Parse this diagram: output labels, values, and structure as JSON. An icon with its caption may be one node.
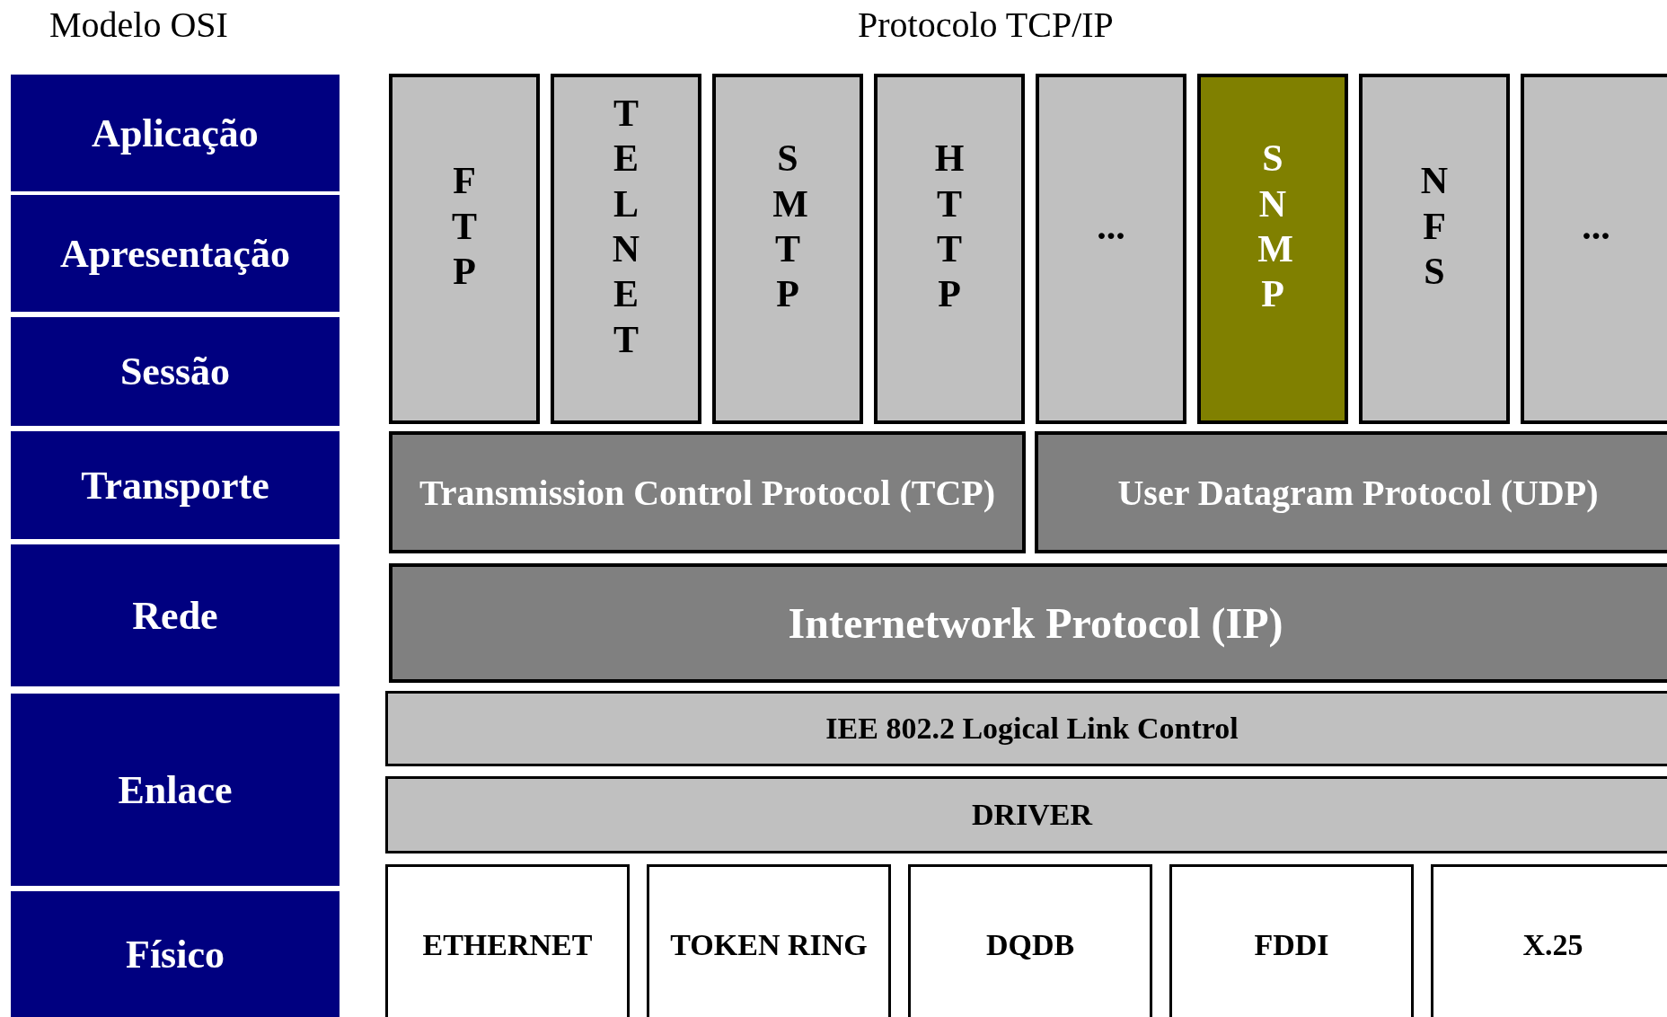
{
  "diagram": {
    "nodes": [
      {
        "text": [
          "Aplicação"
        ]
      },
      {
        "text": [
          "Apresentação"
        ]
      },
      {
        "text": [
          "Sessão"
        ]
      },
      {
        "text": [
          "Transporte"
        ]
      },
      {
        "text": [
          "Rede"
        ]
      },
      {
        "text": [
          "Enlace"
        ]
      },
      {
        "text": [
          "Físico"
        ]
      },
      {
        "text": [
          "FTP"
        ]
      },
      {
        "text": [
          "TELNET"
        ]
      },
      {
        "text": [
          "SMTP"
        ]
      },
      {
        "text": [
          "HTTP"
        ]
      },
      {
        "text": [
          "..."
        ]
      },
      {
        "text": [
          "SNMP"
        ]
      },
      {
        "text": [
          "NFS"
        ]
      },
      {
        "text": [
          "..."
        ]
      },
      {
        "text": [
          "Transmission Control Protocol (TCP)"
        ]
      },
      {
        "text": [
          "User Datagram Protocol (UDP)"
        ]
      },
      {
        "text": [
          "Internetwork Protocol (IP)"
        ]
      },
      {
        "text": [
          "IEE 802.2 Logical Link Control"
        ]
      },
      {
        "text": [
          "DRIVER"
        ]
      },
      {
        "text": [
          "ETHERNET"
        ]
      },
      {
        "text": [
          "TOKEN RING"
        ]
      },
      {
        "text": [
          "DQDB"
        ]
      },
      {
        "text": [
          "FDDI"
        ]
      },
      {
        "text": [
          "X.25"
        ]
      }
    ],
    "labels": [
      "Modelo OSI",
      "Protocolo TCP/IP"
    ]
  }
}
